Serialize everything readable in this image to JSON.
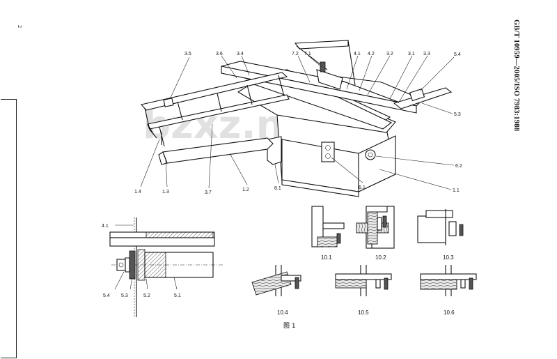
{
  "page": {
    "page_number": "2",
    "header": "GB/T 10959—2005/ISO 7983:1988",
    "figure_caption": "图 1"
  },
  "main_view": {
    "labels": [
      "3.5",
      "3.6",
      "3.4",
      "7.2",
      "7.1",
      "4.1",
      "4.2",
      "3.2",
      "3.1",
      "3.3",
      "5.4",
      "5.3",
      "6.2",
      "1.1",
      "6.1",
      "8.1",
      "1.2",
      "3.7",
      "1.3",
      "1.4"
    ]
  },
  "section_view": {
    "labels": [
      "4.1",
      "5.4",
      "5.3",
      "5.2",
      "5.1"
    ]
  },
  "detail_views": [
    {
      "caption": "10.1"
    },
    {
      "caption": "10.2"
    },
    {
      "caption": "10.3"
    },
    {
      "caption": "10.4"
    },
    {
      "caption": "10.5"
    },
    {
      "caption": "10.6"
    }
  ],
  "watermark": "bzxz.net"
}
